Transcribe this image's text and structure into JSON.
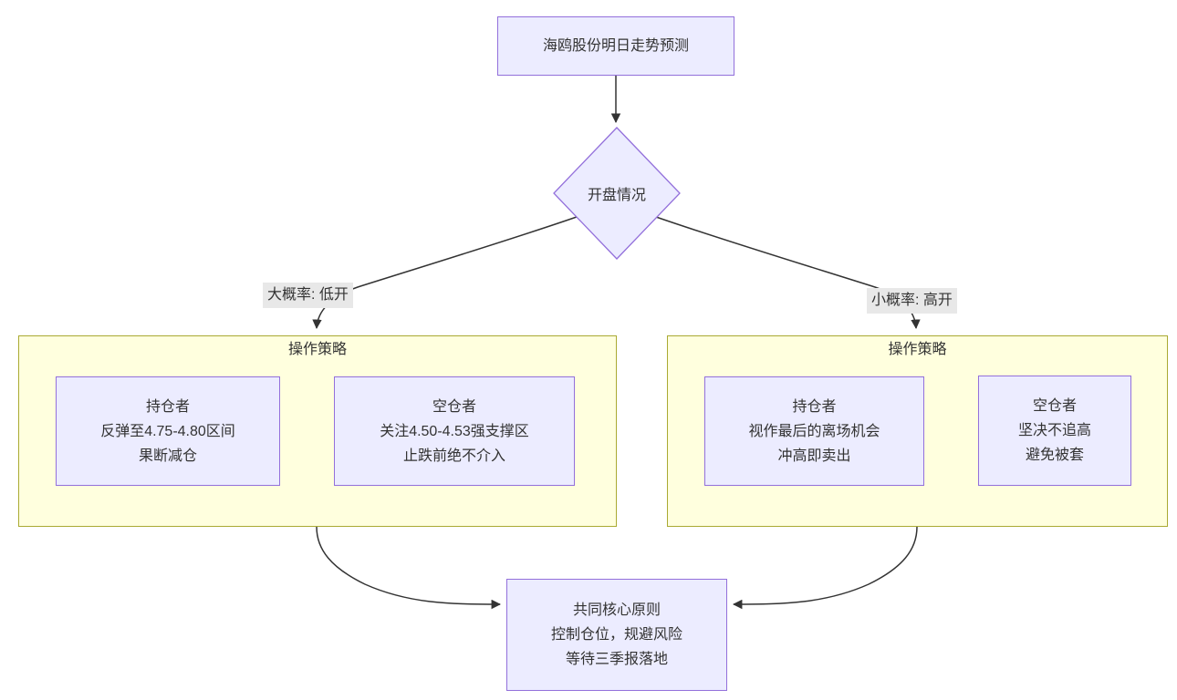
{
  "title_node": {
    "label": "海鸥股份明日走势预测"
  },
  "decision_node": {
    "label": "开盘情况"
  },
  "edge_labels": {
    "low_open": "大概率: 低开",
    "high_open": "小概率: 高开"
  },
  "left_cluster": {
    "title": "操作策略",
    "holder": {
      "line1": "持仓者",
      "line2": "反弹至4.75-4.80区间",
      "line3": "果断减仓"
    },
    "empty": {
      "line1": "空仓者",
      "line2": "关注4.50-4.53强支撑区",
      "line3": "止跌前绝不介入"
    }
  },
  "right_cluster": {
    "title": "操作策略",
    "holder": {
      "line1": "持仓者",
      "line2": "视作最后的离场机会",
      "line3": "冲高即卖出"
    },
    "empty": {
      "line1": "空仓者",
      "line2": "坚决不追高",
      "line3": "避免被套"
    }
  },
  "conclusion_node": {
    "line1": "共同核心原则",
    "line2": "控制仓位，规避风险",
    "line3": "等待三季报落地"
  },
  "colors": {
    "node_fill": "#ECECFF",
    "node_border": "#9370DB",
    "cluster_fill": "#FFFFDE",
    "cluster_border": "#AAAA33",
    "edge_label_bg": "#E8E8E8",
    "line_color": "#333333",
    "text_color": "#333333"
  }
}
